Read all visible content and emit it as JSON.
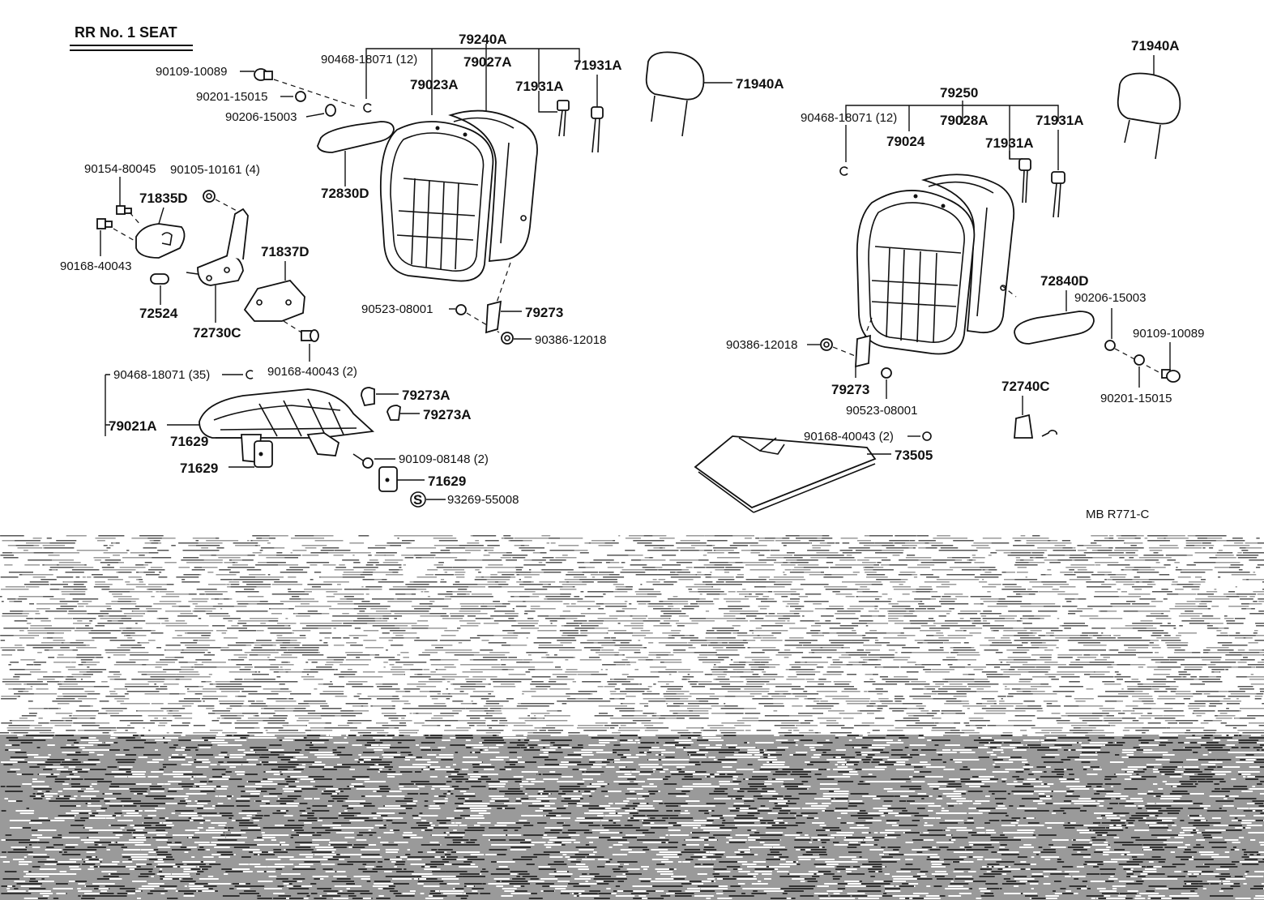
{
  "title": "RR No. 1  SEAT",
  "figure_code": "MB  R771-C",
  "left": {
    "l79240A": "79240A",
    "l90468_12": "90468-18071 (12)",
    "l79023A": "79023A",
    "l79027A": "79027A",
    "l71931A_a": "71931A",
    "l71931A_b": "71931A",
    "l71940A": "71940A",
    "l90109_10089": "90109-10089",
    "l90201_15015": "90201-15015",
    "l90206_15003": "90206-15003",
    "l72830D": "72830D",
    "l90154_80045": "90154-80045",
    "l90105_10161": "90105-10161 (4)",
    "l71835D": "71835D",
    "l90168_40043": "90168-40043",
    "l71837D": "71837D",
    "l72524": "72524",
    "l72730C": "72730C",
    "l90523_08001": "90523-08001",
    "l79273": "79273",
    "l90386_12018": "90386-12018",
    "l90168_40043_2": "90168-40043 (2)",
    "l90468_35": "90468-18071 (35)",
    "l79273A_a": "79273A",
    "l79273A_b": "79273A",
    "l79021A": "79021A",
    "l71629_a": "71629",
    "l71629_b": "71629",
    "l71629_c": "71629",
    "l90109_08148": "90109-08148 (2)",
    "l93269_55008": "93269-55008",
    "s_mark": "S"
  },
  "right": {
    "l71940A": "71940A",
    "l79250": "79250",
    "l90468_12": "90468-18071 (12)",
    "l79024": "79024",
    "l79028A": "79028A",
    "l71931A_a": "71931A",
    "l71931A_b": "71931A",
    "l72840D": "72840D",
    "l90206_15003": "90206-15003",
    "l90109_10089": "90109-10089",
    "l90201_15015": "90201-15015",
    "l90386_12018": "90386-12018",
    "l79273": "79273",
    "l90523_08001": "90523-08001",
    "l72740C": "72740C",
    "l73505": "73505",
    "l90168_40043_2": "90168-40043 (2)"
  }
}
